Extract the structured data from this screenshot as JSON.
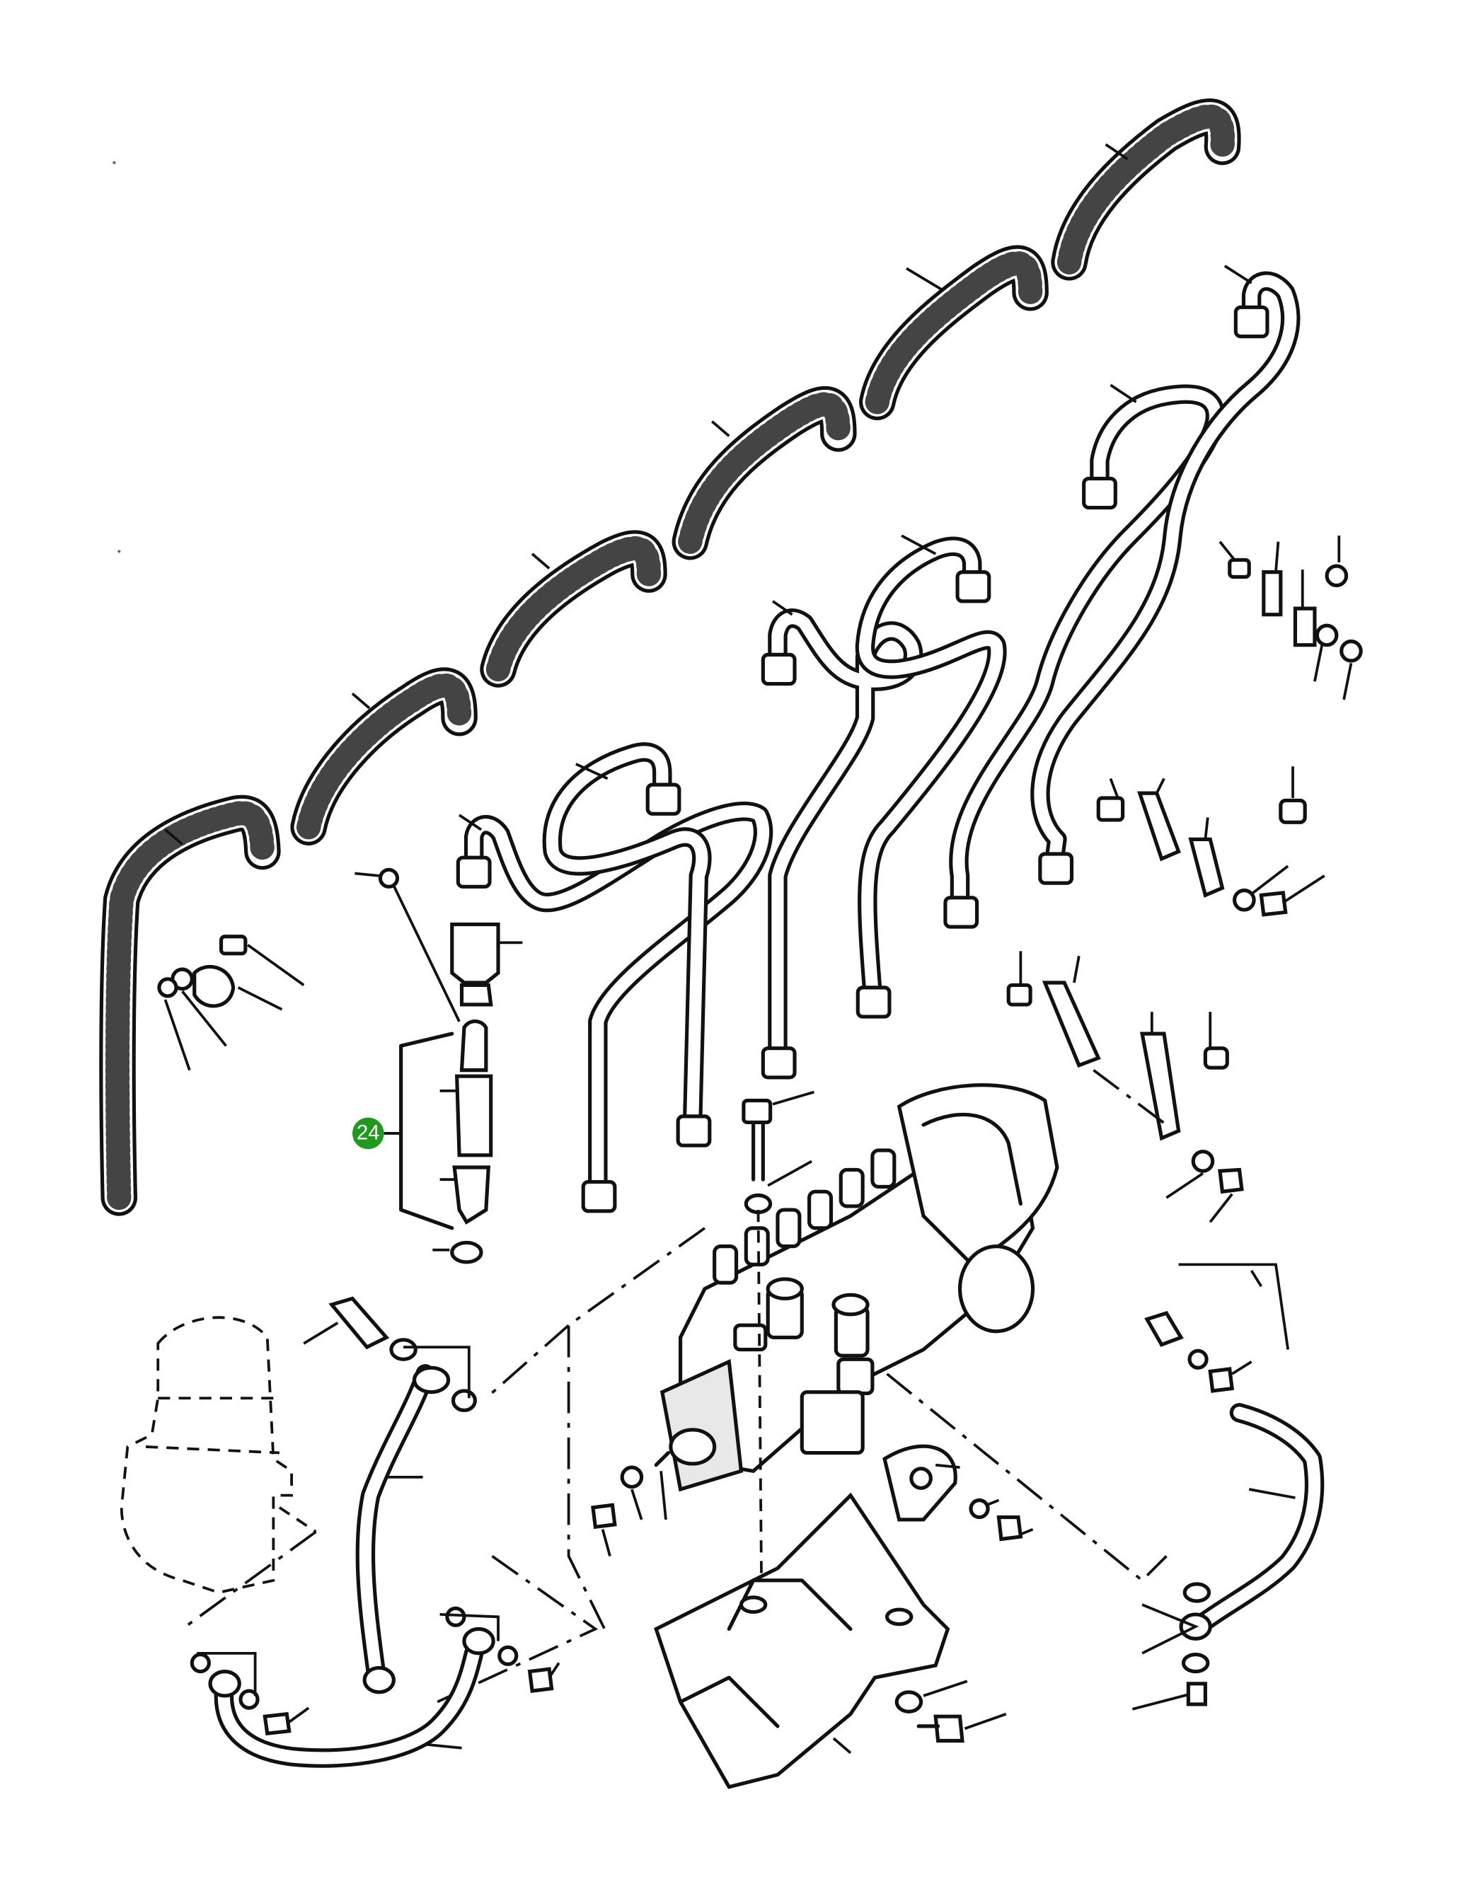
{
  "callouts": [
    {
      "label": "24",
      "color": "#1f9a1f"
    }
  ],
  "icons": [
    "fuel-injection-pump",
    "injection-lines",
    "leak-off-hoses",
    "injector-nozzle",
    "bracket-clips",
    "fuel-return-lines"
  ]
}
